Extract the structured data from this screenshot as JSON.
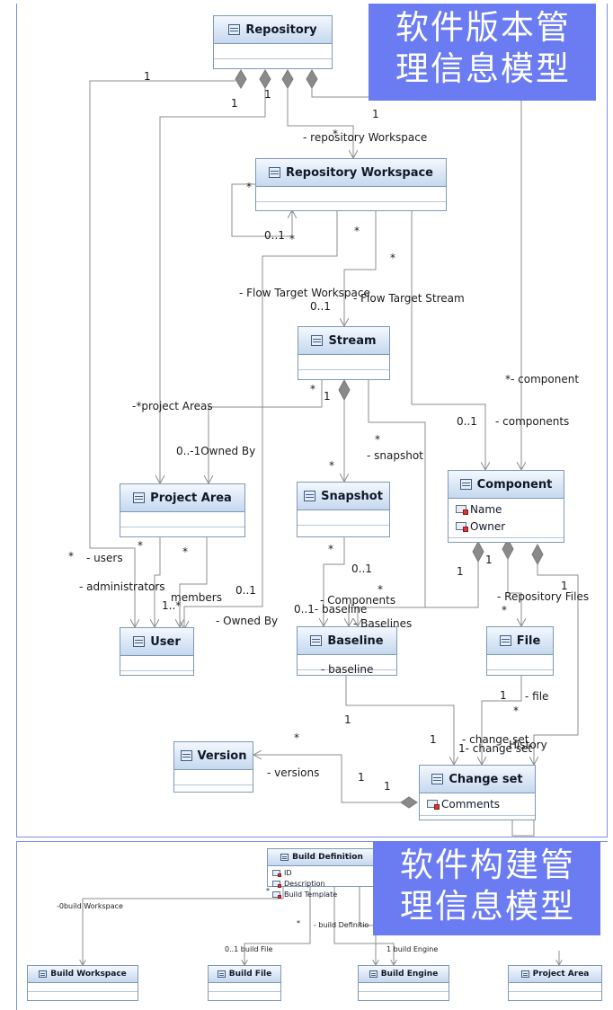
{
  "banners": {
    "top_line1": "软件版本管",
    "top_line2": "理信息模型",
    "bottom_line1": "软件构建管",
    "bottom_line2": "理信息模型"
  },
  "classes": {
    "repository": "Repository",
    "repository_workspace": "Repository Workspace",
    "stream": "Stream",
    "project_area": "Project Area",
    "snapshot": "Snapshot",
    "component": "Component",
    "component_attrs": [
      "Name",
      "Owner"
    ],
    "user": "User",
    "baseline": "Baseline",
    "file": "File",
    "version": "Version",
    "change_set": "Change set",
    "change_set_attrs": [
      "Comments"
    ]
  },
  "build_classes": {
    "build_definition": "Build Definition",
    "build_definition_attrs": [
      "ID",
      "Description",
      "Build Template"
    ],
    "build_workspace": "Build Workspace",
    "build_file": "Build File",
    "build_engine": "Build Engine",
    "project_area": "Project Area"
  },
  "labels": [
    "1",
    "1",
    "1",
    "1",
    "- repository Workspace",
    "*",
    "*",
    "0..1",
    "*",
    "*",
    "*",
    "- Flow Target Workspace",
    "0..1",
    "- Flow Target Stream",
    "*- component",
    "-*project Areas",
    "*",
    "1",
    "0..1",
    "- components",
    "*",
    "- snapshot",
    "0..-1Owned By",
    "*",
    "*",
    "- users",
    "*",
    "*",
    "*",
    "0..1",
    "- administrators",
    "members",
    "1..*",
    "0..1",
    "0..1- baseline",
    "- Components",
    "- Owned By",
    "- Baselines",
    "*",
    "1",
    "1",
    "- Repository Files",
    "1",
    "*",
    "1",
    "- baseline",
    "1",
    "- file",
    "*",
    "1",
    "1",
    "- change set",
    "1- change set",
    "History",
    "*",
    "- versions",
    "1"
  ],
  "build_labels": [
    "*",
    "-0build Workspace",
    "*",
    "- build Definitio",
    "0..1 build File",
    "1 build Engine"
  ]
}
